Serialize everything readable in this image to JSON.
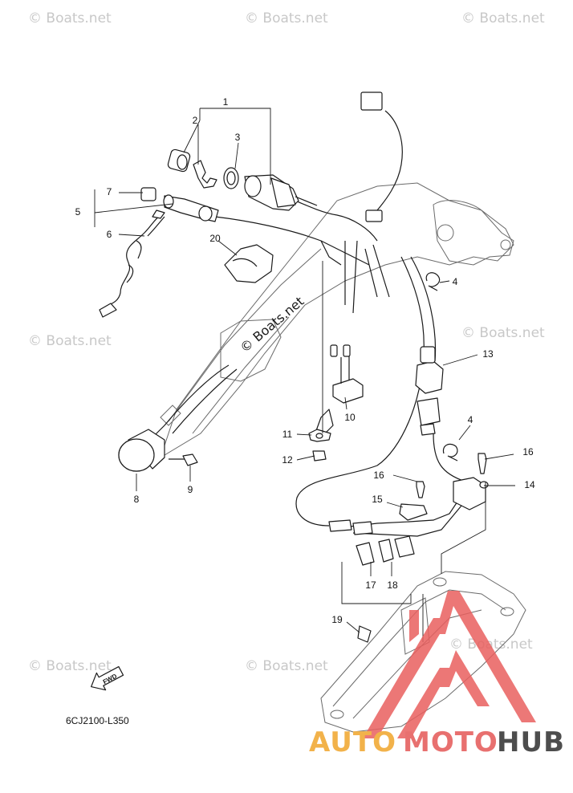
{
  "watermark": "© Boats.net",
  "center_watermark": "© Boats.net",
  "diagram_code": "6CJ2100-L350",
  "fwd_label": "FWD",
  "brand": {
    "part1": "AUTO",
    "part2": "MOTO",
    "part3": "HUB",
    "color1": "#f2b24a",
    "color2": "#e8706f",
    "color3": "#4d4d4d",
    "logo_color": "#e9605f"
  },
  "callouts": {
    "c1": "1",
    "c2": "2",
    "c3": "3",
    "c4a": "4",
    "c4b": "4",
    "c5": "5",
    "c6": "6",
    "c7": "7",
    "c8": "8",
    "c9": "9",
    "c10": "10",
    "c11": "11",
    "c12": "12",
    "c13": "13",
    "c14": "14",
    "c15": "15",
    "c16a": "16",
    "c16b": "16",
    "c17": "17",
    "c18": "18",
    "c19": "19",
    "c20": "20"
  }
}
